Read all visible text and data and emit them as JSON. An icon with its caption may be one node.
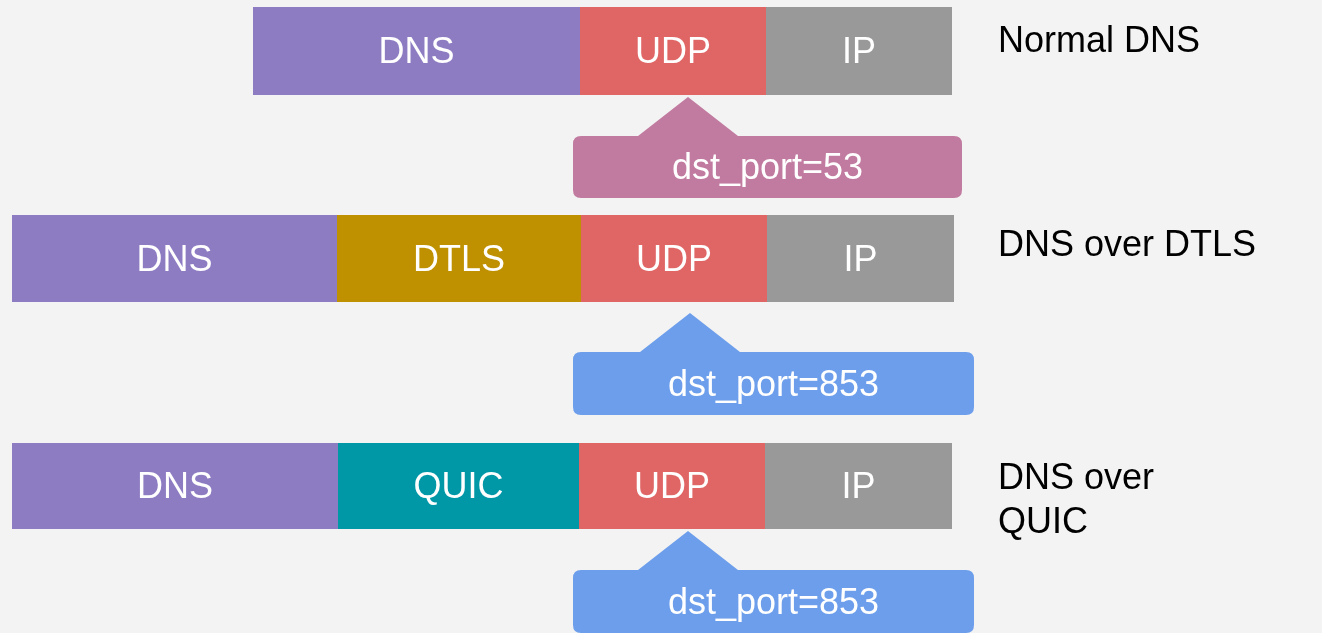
{
  "diagram": {
    "nodes": [
      {
        "text": [
          "DNS"
        ]
      },
      {
        "text": [
          "UDP"
        ]
      },
      {
        "text": [
          "IP"
        ]
      },
      {
        "text": [
          "dst_port=53"
        ]
      },
      {
        "text": [
          "DNS"
        ]
      },
      {
        "text": [
          "DTLS"
        ]
      },
      {
        "text": [
          "UDP"
        ]
      },
      {
        "text": [
          "IP"
        ]
      },
      {
        "text": [
          "dst_port=853"
        ]
      },
      {
        "text": [
          "DNS"
        ]
      },
      {
        "text": [
          "QUIC"
        ]
      },
      {
        "text": [
          "UDP"
        ]
      },
      {
        "text": [
          "IP"
        ]
      },
      {
        "text": [
          "dst_port=853"
        ]
      }
    ],
    "labels": [
      "Normal DNS",
      "DNS over DTLS",
      "DNS over QUIC"
    ]
  }
}
